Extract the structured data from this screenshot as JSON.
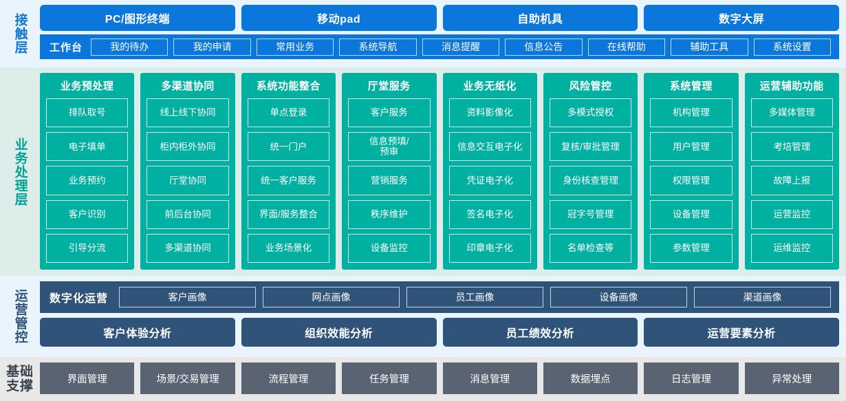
{
  "layers": {
    "contact": {
      "label": "接触层",
      "channels": [
        "PC/图形终端",
        "移动pad",
        "自助机具",
        "数字大屏"
      ],
      "workbench_title": "工作台",
      "workbench_items": [
        "我的待办",
        "我的申请",
        "常用业务",
        "系统导航",
        "消息提醒",
        "信息公告",
        "在线帮助",
        "辅助工具",
        "系统设置"
      ]
    },
    "business": {
      "label": "业务处理层",
      "columns": [
        {
          "title": "业务预处理",
          "items": [
            "排队取号",
            "电子填单",
            "业务预约",
            "客户识别",
            "引导分流"
          ]
        },
        {
          "title": "多渠道协同",
          "items": [
            "线上线下协同",
            "柜内柜外协同",
            "厅堂协同",
            "前后台协同",
            "多渠道协同"
          ]
        },
        {
          "title": "系统功能整合",
          "items": [
            "单点登录",
            "统一门户",
            "统一客户服务",
            "界面/服务整合",
            "业务场景化"
          ]
        },
        {
          "title": "厅堂服务",
          "items": [
            "客户服务",
            "信息预填/\n预审",
            "营销服务",
            "秩序维护",
            "设备监控"
          ]
        },
        {
          "title": "业务无纸化",
          "items": [
            "资料影像化",
            "信息交互电子化",
            "凭证电子化",
            "签名电子化",
            "印章电子化"
          ]
        },
        {
          "title": "风险管控",
          "items": [
            "多模式授权",
            "复核/审批管理",
            "身份核查管理",
            "冠字号管理",
            "名单检查等"
          ]
        },
        {
          "title": "系统管理",
          "items": [
            "机构管理",
            "用户管理",
            "权限管理",
            "设备管理",
            "参数管理"
          ]
        },
        {
          "title": "运营辅助功能",
          "items": [
            "多媒体管理",
            "考培管理",
            "故障上报",
            "运营监控",
            "运维监控"
          ]
        }
      ]
    },
    "operations": {
      "label": "运营管控",
      "digital_title": "数字化运营",
      "portraits": [
        "客户画像",
        "网点画像",
        "员工画像",
        "设备画像",
        "渠道画像"
      ],
      "analyses": [
        "客户体验分析",
        "组织效能分析",
        "员工绩效分析",
        "运营要素分析"
      ]
    },
    "foundation": {
      "label_line1": "基础",
      "label_line2": "支撑",
      "items": [
        "界面管理",
        "场景/交易管理",
        "流程管理",
        "任务管理",
        "消息管理",
        "数据埋点",
        "日志管理",
        "异常处理"
      ]
    }
  },
  "colors": {
    "contact_blue": "#0b76dc",
    "contact_bg": "#eaf4fc",
    "business_green": "#00b0a0",
    "business_bg": "#ddeeea",
    "operations_navy": "#2f5379",
    "foundation_gray": "#5a6372",
    "foundation_bg": "#e8e8e8"
  }
}
